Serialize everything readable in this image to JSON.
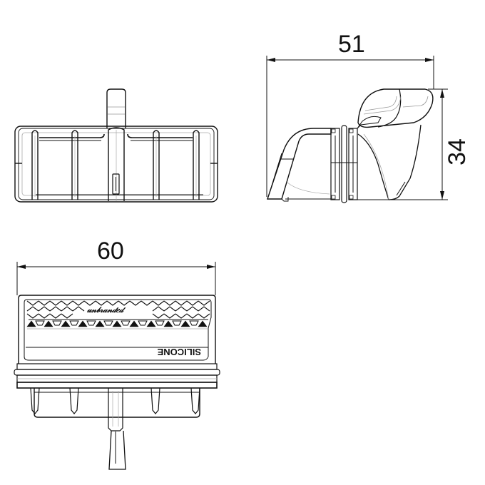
{
  "drawing": {
    "type": "technical-drawing",
    "subject": "silicone lever / clip part, three orthographic views",
    "line_color": "#111111",
    "hidden_line_color": "#9a9a9a",
    "background": "#ffffff"
  },
  "views": {
    "top_left": {
      "name": "front view (grid frame with center tab)"
    },
    "top_right": {
      "name": "side view",
      "dimensions": {
        "width": "51",
        "height": "34"
      }
    },
    "bottom_left": {
      "name": "top view",
      "dimensions": {
        "width": "60"
      },
      "embossed_text": "SILICONE",
      "script_logo": "unbranded script"
    }
  },
  "dimensions": {
    "d51": "51",
    "d60": "60",
    "d34": "34"
  }
}
